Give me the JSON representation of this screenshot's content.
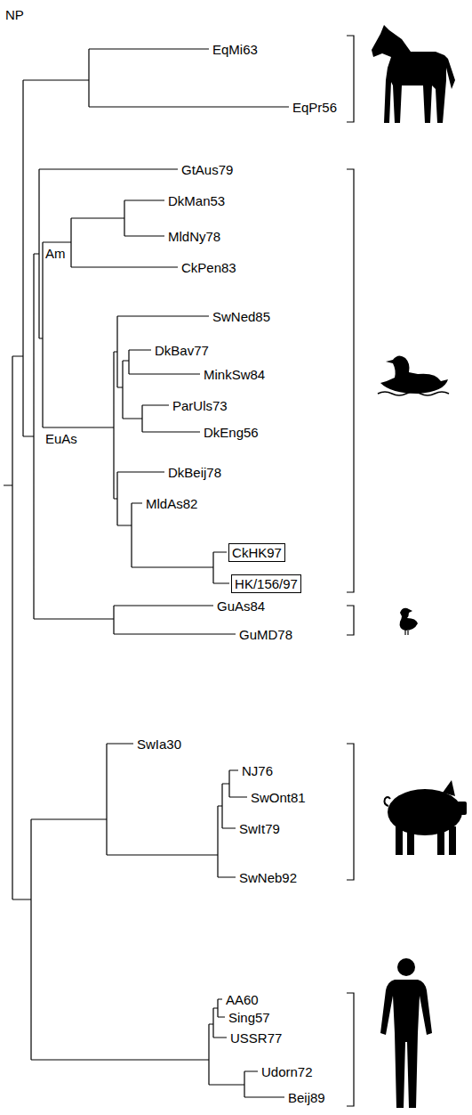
{
  "diagram": {
    "title": "NP",
    "nodes": [
      {
        "text": [
          "CkHK97"
        ]
      },
      {
        "text": [
          "HK/156/97"
        ]
      }
    ],
    "labels": [
      "EqMi63",
      "EqPr56",
      "GtAus79",
      "DkMan53",
      "MldNy78",
      "Am",
      "CkPen83",
      "SwNed85",
      "DkBav77",
      "MinkSw84",
      "ParUls73",
      "EuAs",
      "DkEng56",
      "DkBeij78",
      "MldAs82",
      "GuAs84",
      "GuMD78",
      "SwIa30",
      "NJ76",
      "SwOnt81",
      "SwIt79",
      "SwNeb92",
      "AA60",
      "Sing57",
      "USSR77",
      "Udorn72",
      "Beij89"
    ]
  }
}
